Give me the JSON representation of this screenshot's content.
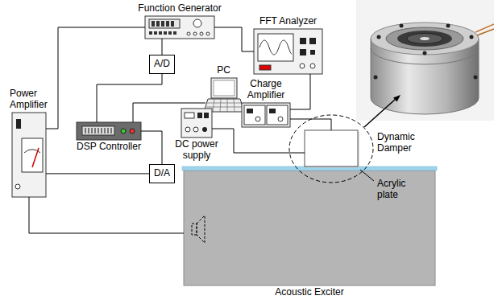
{
  "diagram": {
    "nodes": [
      {
        "text": [
          "Function Generator"
        ]
      },
      {
        "text": [
          "A/D"
        ]
      },
      {
        "text": [
          "FFT Analyzer"
        ]
      },
      {
        "text": [
          "PC"
        ]
      },
      {
        "text": [
          "Charge Amplifier"
        ]
      },
      {
        "text": [
          "Power Amplifier"
        ]
      },
      {
        "text": [
          "DSP Controller"
        ]
      },
      {
        "text": [
          "D/A"
        ]
      },
      {
        "text": [
          "DC power supply"
        ]
      },
      {
        "text": [
          "Dynamic Damper"
        ]
      },
      {
        "text": [
          "Acoustic Exciter"
        ]
      }
    ],
    "edges": [
      {
        "from": 0,
        "to": 1,
        "arrow": "none"
      },
      {
        "from": 0,
        "to": 2,
        "arrow": "none"
      },
      {
        "from": 0,
        "to": 5,
        "arrow": "none"
      },
      {
        "from": 1,
        "to": 6,
        "arrow": "none"
      },
      {
        "from": 6,
        "to": 3,
        "arrow": "none"
      },
      {
        "from": 6,
        "to": 7,
        "arrow": "none"
      },
      {
        "from": 7,
        "to": 5,
        "arrow": "none"
      },
      {
        "from": 5,
        "to": 10,
        "arrow": "none"
      },
      {
        "from": 4,
        "to": 2,
        "arrow": "none"
      },
      {
        "from": 4,
        "to": 9,
        "arrow": "none"
      },
      {
        "from": 8,
        "to": 9,
        "arrow": "none"
      }
    ],
    "labels": [
      "Acrylic plate"
    ]
  }
}
